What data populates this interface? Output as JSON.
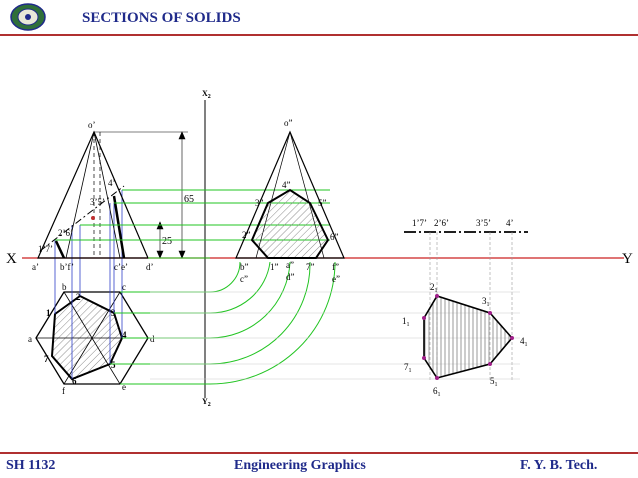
{
  "header": {
    "title": "SECTIONS OF SOLIDS"
  },
  "footer": {
    "code": "SH 1132",
    "subject": "Engineering Graphics",
    "class": "F. Y.  B. Tech."
  },
  "colors": {
    "accent": "#1f2a8a",
    "rule": "#b03030",
    "projector": "#22c422",
    "hatch": "#808080",
    "xy": "#cc2020"
  },
  "labels": {
    "x": "X",
    "y": "Y",
    "x2": "X",
    "x2_sub": "2",
    "y2": "Y",
    "y2_sub": "2",
    "o_front": "o’",
    "o_side": "o”",
    "dim_65": "65",
    "dim_25": "25",
    "fv": {
      "p4": "4’",
      "p35": "3’5’",
      "p26": "2’6’",
      "p17": "1’7’",
      "a": "a’",
      "bf": "b’f’",
      "ce": "c’e’",
      "d": "d’"
    },
    "tv": {
      "b": "b",
      "c": "c",
      "a": "a",
      "d": "d",
      "f": "f",
      "e": "e",
      "n1": "1",
      "n2": "2",
      "n3": "3",
      "n4": "4",
      "n5": "5",
      "n6": "6",
      "n7": "7"
    },
    "sv": {
      "p4": "4”",
      "p3": "3”",
      "p5": "5”",
      "p2": "2”",
      "p6": "6”",
      "p1": "1”",
      "p7": "7”",
      "bc": "b”",
      "ce": "c”",
      "a": "a”",
      "d": "d”",
      "f": "f”",
      "e": "e”"
    },
    "aux": {
      "l17": "1’7’",
      "l26": "2’6’",
      "l35": "3’5’",
      "l4": "4’"
    },
    "tl": [
      {
        "n": "1",
        "s": "1"
      },
      {
        "n": "2",
        "s": "1"
      },
      {
        "n": "3",
        "s": "1"
      },
      {
        "n": "4",
        "s": "1"
      },
      {
        "n": "5",
        "s": "1"
      },
      {
        "n": "6",
        "s": "1"
      },
      {
        "n": "7",
        "s": "1"
      }
    ]
  }
}
